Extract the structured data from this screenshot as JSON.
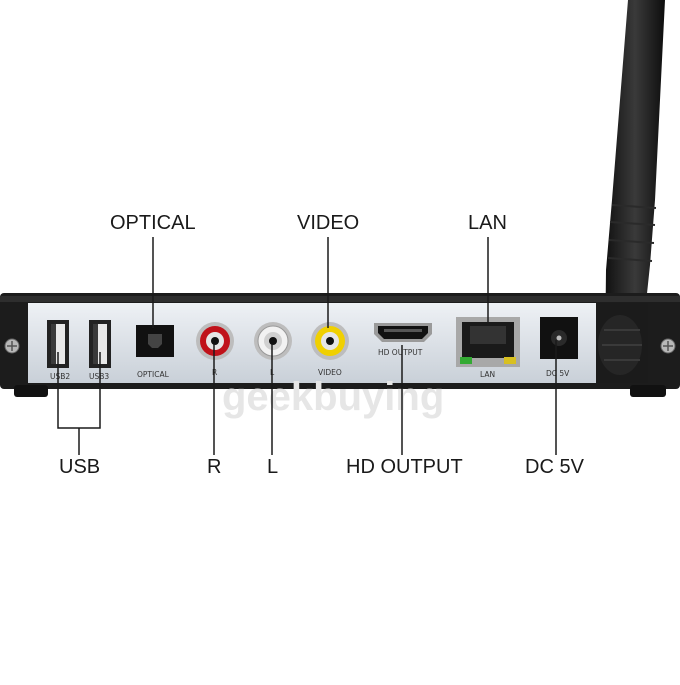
{
  "callouts": {
    "optical": "OPTICAL",
    "video": "VIDEO",
    "lan": "LAN",
    "usb": "USB",
    "r": "R",
    "l": "L",
    "hd_output": "HD OUTPUT",
    "dc5v": "DC 5V"
  },
  "panel_labels": {
    "usb2": "USB2",
    "usb3": "USB3",
    "optical": "OPTICAL",
    "r": "R",
    "l": "L",
    "video": "VIDEO",
    "hd_output": "HD OUTPUT",
    "lan": "LAN",
    "dc5v": "DC 5V"
  },
  "watermark": "geekbuying",
  "colors": {
    "case": "#1c1c1c",
    "panel": "#d9dfe6",
    "rca_red": "#c0121a",
    "rca_white": "#f2f2f2",
    "rca_yellow": "#f0d000"
  }
}
